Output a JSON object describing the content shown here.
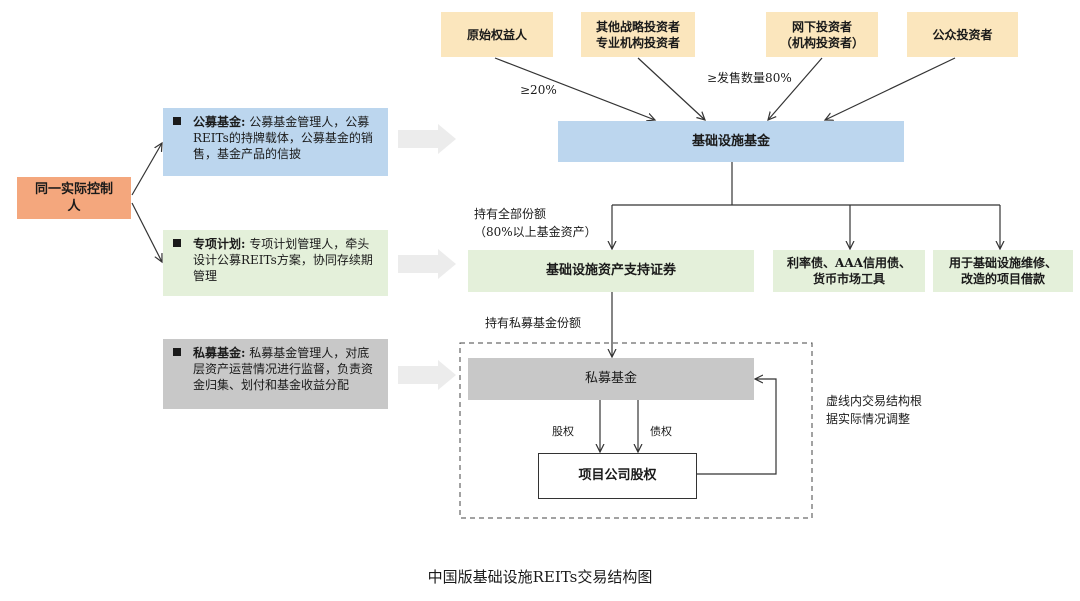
{
  "investors": [
    "原始权益人",
    "其他战略投资者\n专业机构投资者",
    "网下投资者\n（机构投资者）",
    "公众投资者"
  ],
  "share_labels": {
    "original": "≥20%",
    "offline": "≥发售数量80%"
  },
  "controller": "同一实际控制人",
  "roles": [
    {
      "term": "公募基金:",
      "text": "公募基金管理人，公募REITs的持牌载体，公募基金的销售，基金产品的信披"
    },
    {
      "term": "专项计划:",
      "text": "专项计划管理人，牵头设计公募REITs方案，协同存续期管理"
    },
    {
      "term": "私募基金:",
      "text": "私募基金管理人，对底层资产运营情况进行监督，负责资金归集、划付和基金收益分配"
    }
  ],
  "nodes": {
    "infra_fund": "基础设施基金",
    "abs": "基础设施资产支持证券",
    "bonds": "利率债、AAA信用债、\n货币市场工具",
    "loans": "用于基础设施维修、\n改造的项目借款",
    "private_fund": "私募基金",
    "project_equity": "项目公司股权"
  },
  "edge_labels": {
    "hold_all": "持有全部份额\n（80%以上基金资产）",
    "hold_private": "持有私募基金份额",
    "equity": "股权",
    "debt": "债权"
  },
  "note": "虚线内交易结构根\n据实际情况调整",
  "caption": "中国版基础设施REITs交易结构图"
}
